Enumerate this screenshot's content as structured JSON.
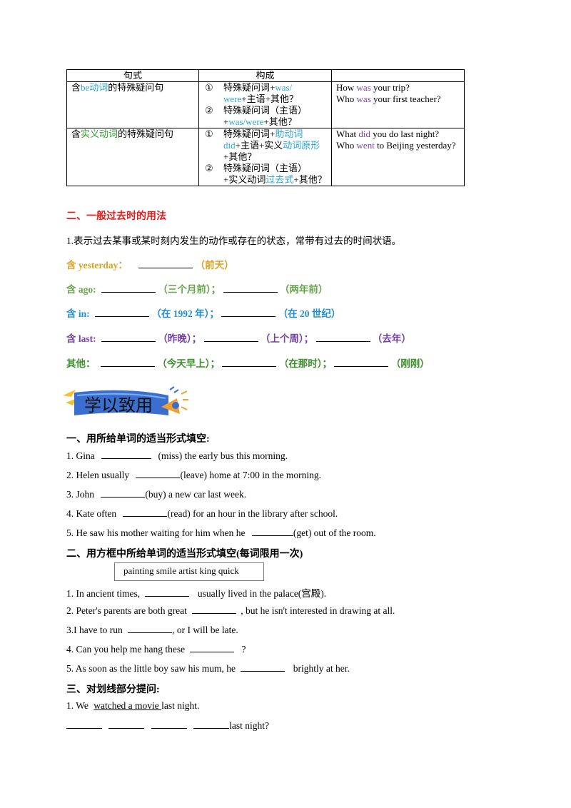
{
  "table": {
    "headers": [
      "句式",
      "构成",
      ""
    ],
    "rows": [
      {
        "pattern_prefix": "含",
        "pattern_key": "be动词",
        "pattern_suffix": "的特殊疑问句",
        "items": [
          {
            "num": "①",
            "a": "特殊疑问词+",
            "b": "was/",
            "c": "were",
            "d": "+主语+其他？"
          },
          {
            "num": "②",
            "a": "特殊疑问词（主语）",
            "b": "",
            "c": "+",
            "d": "was/were",
            "e": "+其他？"
          }
        ],
        "example": [
          {
            "pre": "How ",
            "key": "was",
            "post": " your trip?"
          },
          {
            "pre": "Who ",
            "key": "was",
            "post": " your first teacher?"
          }
        ]
      },
      {
        "pattern_prefix": "含",
        "pattern_key": "实义动词",
        "pattern_suffix": "的特殊疑问句",
        "items": [
          {
            "num": "①",
            "a": "特殊疑问词+",
            "b": "助动词",
            "c": "did",
            "d": "+主语+实义",
            "e": "动词原形",
            "f": "+其他？"
          },
          {
            "num": "②",
            "a": "特殊疑问词（主语）",
            "b": "+实义动词",
            "c": "过去式",
            "d": "+其他？"
          }
        ],
        "example": [
          {
            "pre": "What ",
            "key": "did",
            "post": " you do last night?"
          },
          {
            "pre": "Who ",
            "key": "went",
            "post": " to Beijing yesterday?"
          }
        ]
      }
    ]
  },
  "section2": {
    "title": "二、一般过去时的用法",
    "desc": "1.表示过去某事或某时刻内发生的动作或存在的状态，常带有过去的时间状语。",
    "lines": [
      {
        "label": "含 yesterday：",
        "hints": [
          "（前天）"
        ]
      },
      {
        "label": "含 ago:",
        "hints": [
          "（三个月前）；",
          "（两年前）"
        ]
      },
      {
        "label": "含 in:",
        "hints": [
          "（在 1992 年）；",
          "（在 20 世纪）"
        ]
      },
      {
        "label": "含 last:",
        "hints": [
          "（昨晚）；",
          "（上个周）；",
          "（去年）"
        ]
      },
      {
        "label": "其他：",
        "hints": [
          "（今天早上）；",
          "（在那时）；",
          "（刚刚）"
        ]
      }
    ]
  },
  "banner": {
    "text": "学以致用"
  },
  "ex1": {
    "title": "一、用所给单词的适当形式填空:",
    "items": [
      {
        "pre": "1. Gina",
        "post": "(miss) the early bus this morning."
      },
      {
        "pre": "2. Helen usually",
        "post": "(leave) home at 7:00 in the morning."
      },
      {
        "pre": "3. John",
        "post": "(buy) a new car last week."
      },
      {
        "pre": "4. Kate often",
        "post": "(read) for an hour in the library after school."
      },
      {
        "pre": "5. He saw his mother waiting for him when he",
        "post": "(get) out of the room."
      }
    ]
  },
  "ex2": {
    "title": "二、用方框中所给单词的适当形式填空(每词限用一次)",
    "wordbox": "painting smile artist king quick",
    "items": [
      {
        "pre": "1. In ancient times,",
        "post": "usually lived in the  palace(宫殿)."
      },
      {
        "pre": "2. Peter's parents are both great",
        "post": ", but he isn't interested in drawing at all."
      },
      {
        "pre": "3.I have to run",
        "post": ",  or I will be late."
      },
      {
        "pre": "4. Can you help me hang these",
        "post": "?"
      },
      {
        "pre": "5. As soon as the little boy saw his mum, he",
        "post": "brightly at her."
      }
    ]
  },
  "ex3": {
    "title": "三、对划线部分提问:",
    "sentence_pre": "1. We ",
    "sentence_underlined": "watched a movie ",
    "sentence_post": "last night.",
    "answer_tail": "last night?"
  }
}
